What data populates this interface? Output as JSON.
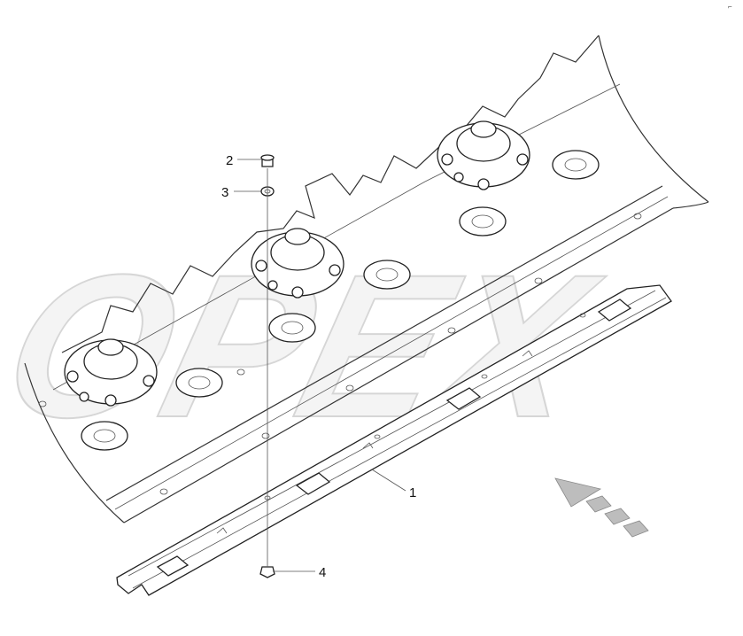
{
  "callouts": [
    {
      "id": "1",
      "label": "1"
    },
    {
      "id": "2",
      "label": "2"
    },
    {
      "id": "3",
      "label": "3"
    },
    {
      "id": "4",
      "label": "4"
    }
  ],
  "watermark": {
    "text": "OPEX"
  },
  "corner_mark": {
    "text": "⌐"
  },
  "colors": {
    "line": "#333333",
    "watermark": "#d9d9d9",
    "arrow": "#bdbdbd"
  },
  "icons": {
    "direction_arrow": "travel-direction-arrow-icon"
  }
}
